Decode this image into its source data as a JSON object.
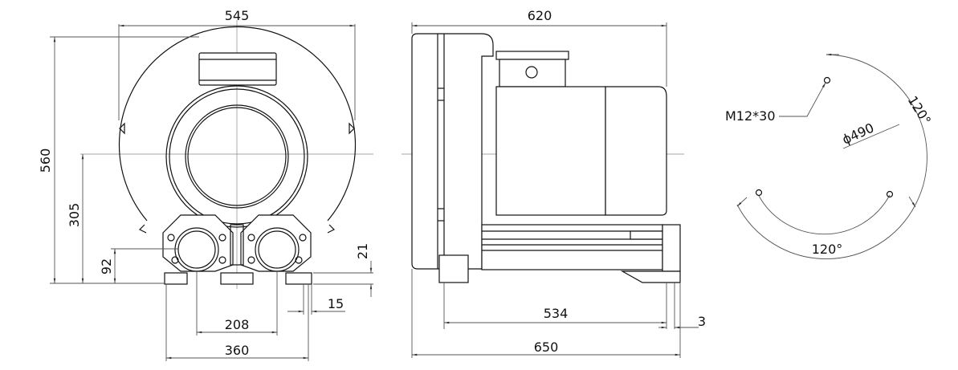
{
  "front_view": {
    "overall_width": "545",
    "overall_height": "560",
    "center_height": "305",
    "outlet_height": "92",
    "port_spacing": "208",
    "foot_span": "360",
    "foot_thickness": "21",
    "foot_offset": "15"
  },
  "side_view": {
    "body_length": "620",
    "base_length": "534",
    "total_length": "650",
    "end_gap": "3"
  },
  "flange_detail": {
    "bolt_spec": "M12*30",
    "bolt_circle": "ϕ490",
    "angle_right": "120°",
    "angle_bottom": "120°"
  }
}
